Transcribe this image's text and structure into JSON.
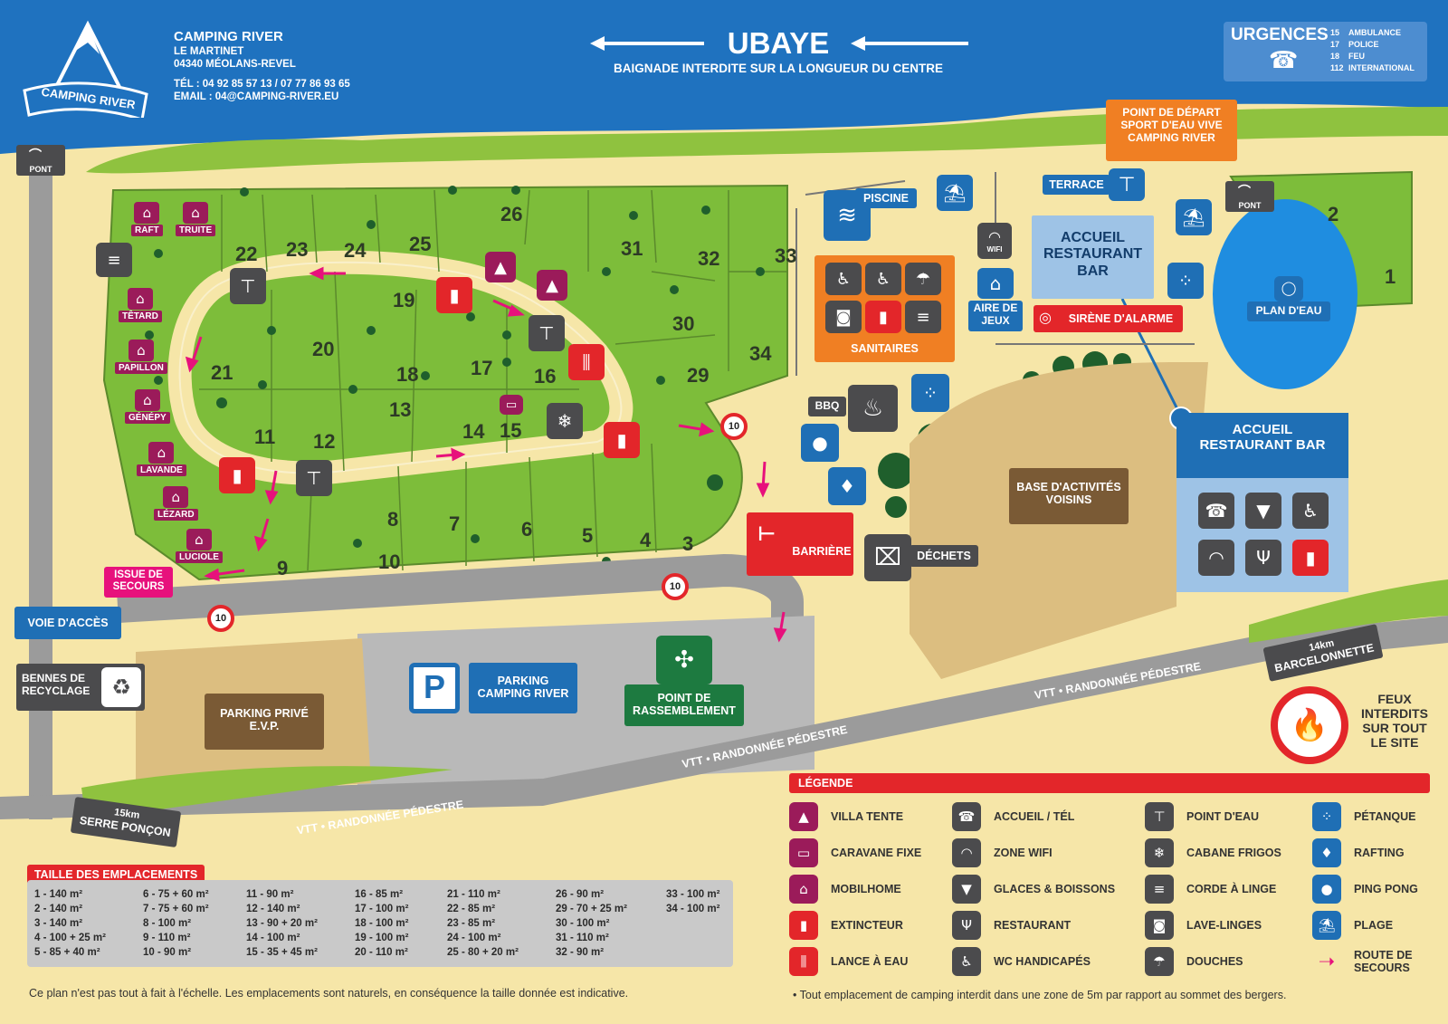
{
  "header": {
    "logo_text": "CAMPING RIVER",
    "camp_name": "CAMPING RIVER",
    "address_1": "LE MARTINET",
    "address_2": "04340 MÉOLANS-REVEL",
    "phone": "TÉL : 04 92 85 57 13 / 07 77 86 93 65",
    "email": "EMAIL : 04@CAMPING-RIVER.EU",
    "river_name": "UBAYE",
    "river_warning": "BAIGNADE INTERDITE SUR LA LONGUEUR DU CENTRE",
    "urgences": {
      "title": "URGENCES",
      "lines": [
        {
          "num": "15",
          "label": "AMBULANCE"
        },
        {
          "num": "17",
          "label": "POLICE"
        },
        {
          "num": "18",
          "label": "FEU"
        },
        {
          "num": "112",
          "label": "INTERNATIONAL"
        }
      ]
    }
  },
  "map_labels": {
    "pont": "PONT",
    "point_depart": "POINT DE DÉPART SPORT D'EAU VIVE CAMPING RIVER",
    "terrace": "TERRACE",
    "piscine": "PISCINE",
    "wifi": "WIFI",
    "aire_de_jeux": "AIRE DE JEUX",
    "accueil_1": "ACCUEIL RESTAURANT BAR",
    "accueil_2": "ACCUEIL RESTAURANT BAR",
    "sirene": "SIRÈNE D'ALARME",
    "sanitaires": "SANITAIRES",
    "plan_deau": "PLAN D'EAU",
    "bbq": "BBQ",
    "base_activites": "BASE D'ACTIVITÉS VOISINS",
    "barriere": "BARRIÈRE",
    "dechets": "DÉCHETS",
    "issue_secours": "ISSUE DE SECOURS",
    "voie_acces": "VOIE D'ACCÈS",
    "bennes": "BENNES DE RECYCLAGE",
    "parking_prive": "PARKING PRIVÉ E.V.P.",
    "parking": "PARKING CAMPING RIVER",
    "parking_letter": "P",
    "rassemblement": "POINT DE RASSEMBLEMENT",
    "vtt_1": "VTT • RANDONNÉE PÉDESTRE",
    "vtt_2": "VTT • RANDONNÉE PÉDESTRE",
    "vtt_3": "VTT • RANDONNÉE PÉDESTRE",
    "barcelonnette_km": "14km",
    "barcelonnette": "BARCELONNETTE",
    "serre_km": "15km",
    "serre": "SERRE PONÇON",
    "feux": "FEUX INTERDITS SUR TOUT LE SITE",
    "speed_limit": "10"
  },
  "villas": [
    "RAFT",
    "TRUITE",
    "TÊTARD",
    "PAPILLON",
    "GÉNÉPY",
    "LAVANDE",
    "LÉZARD",
    "LUCIOLE"
  ],
  "pitches": [
    "1",
    "2",
    "3",
    "4",
    "5",
    "6",
    "7",
    "8",
    "9",
    "10",
    "11",
    "12",
    "13",
    "14",
    "15",
    "16",
    "17",
    "18",
    "19",
    "20",
    "21",
    "22",
    "23",
    "24",
    "25",
    "26",
    "29",
    "30",
    "31",
    "32",
    "33",
    "34"
  ],
  "size_table": {
    "title": "TAILLE DES EMPLACEMENTS",
    "columns": [
      [
        "1 - 140 m²",
        "2 - 140 m²",
        "3 - 140 m²",
        "4 - 100 + 25 m²",
        "5 - 85 + 40 m²"
      ],
      [
        "6 - 75 + 60 m²",
        "7 - 75 + 60 m²",
        "8 - 100 m²",
        "9 - 110 m²",
        "10 - 90 m²"
      ],
      [
        "11 - 90 m²",
        "12 - 140 m²",
        "13 - 90 + 20 m²",
        "14 - 100 m²",
        "15 - 35 + 45 m²"
      ],
      [
        "16 - 85 m²",
        "17 - 100 m²",
        "18 - 100 m²",
        "19 - 100 m²",
        "20 - 110 m²"
      ],
      [
        "21 - 110 m²",
        "22 - 85 m²",
        "23 - 85 m²",
        "24 - 100 m²",
        "25 - 80 + 20 m²"
      ],
      [
        "26 - 90 m²",
        "29 - 70 + 25 m²",
        "30 - 100 m²",
        "31 - 110 m²",
        "32 - 90 m²"
      ],
      [
        "33 - 100 m²",
        "34 - 100 m²"
      ]
    ]
  },
  "legend": {
    "title": "LÉGENDE",
    "items": [
      {
        "label": "VILLA TENTE",
        "icon": "tent-icon",
        "color": "#9b1b5a"
      },
      {
        "label": "CARAVANE FIXE",
        "icon": "caravan-icon",
        "color": "#9b1b5a"
      },
      {
        "label": "MOBILHOME",
        "icon": "house-icon",
        "color": "#9b1b5a"
      },
      {
        "label": "EXTINCTEUR",
        "icon": "extinguisher-icon",
        "color": "#e3262a"
      },
      {
        "label": "LANCE À EAU",
        "icon": "fire-hose-icon",
        "color": "#e3262a"
      },
      {
        "label": "ACCUEIL / TÉL",
        "icon": "phone-info-icon",
        "color": "#4b4b4d"
      },
      {
        "label": "ZONE WIFI",
        "icon": "wifi-icon",
        "color": "#4b4b4d"
      },
      {
        "label": "GLACES & BOISSONS",
        "icon": "ice-cream-icon",
        "color": "#4b4b4d"
      },
      {
        "label": "RESTAURANT",
        "icon": "cutlery-icon",
        "color": "#4b4b4d"
      },
      {
        "label": "WC HANDICAPÉS",
        "icon": "accessible-wc-icon",
        "color": "#4b4b4d"
      },
      {
        "label": "POINT D'EAU",
        "icon": "water-tap-icon",
        "color": "#4b4b4d"
      },
      {
        "label": "CABANE FRIGOS",
        "icon": "fridge-icon",
        "color": "#4b4b4d"
      },
      {
        "label": "CORDE À LINGE",
        "icon": "clothesline-icon",
        "color": "#4b4b4d"
      },
      {
        "label": "LAVE-LINGES",
        "icon": "washing-machine-icon",
        "color": "#4b4b4d"
      },
      {
        "label": "DOUCHES",
        "icon": "shower-icon",
        "color": "#4b4b4d"
      },
      {
        "label": "PÉTANQUE",
        "icon": "petanque-icon",
        "color": "#1f6fb5"
      },
      {
        "label": "RAFTING",
        "icon": "rafting-icon",
        "color": "#1f6fb5"
      },
      {
        "label": "PING PONG",
        "icon": "ping-pong-icon",
        "color": "#1f6fb5"
      },
      {
        "label": "PLAGE",
        "icon": "beach-icon",
        "color": "#1f6fb5"
      },
      {
        "label": "ROUTE DE SECOURS",
        "icon": "emergency-route-icon",
        "color": "#e7117c"
      }
    ]
  },
  "footer": {
    "scale_note": "Ce plan n'est pas tout à fait à l'échelle. Les emplacements sont naturels, en conséquence la taille donnée est indicative.",
    "rule_note": "• Tout emplacement de camping interdit dans une zone de 5m par rapport au sommet des bergers."
  }
}
